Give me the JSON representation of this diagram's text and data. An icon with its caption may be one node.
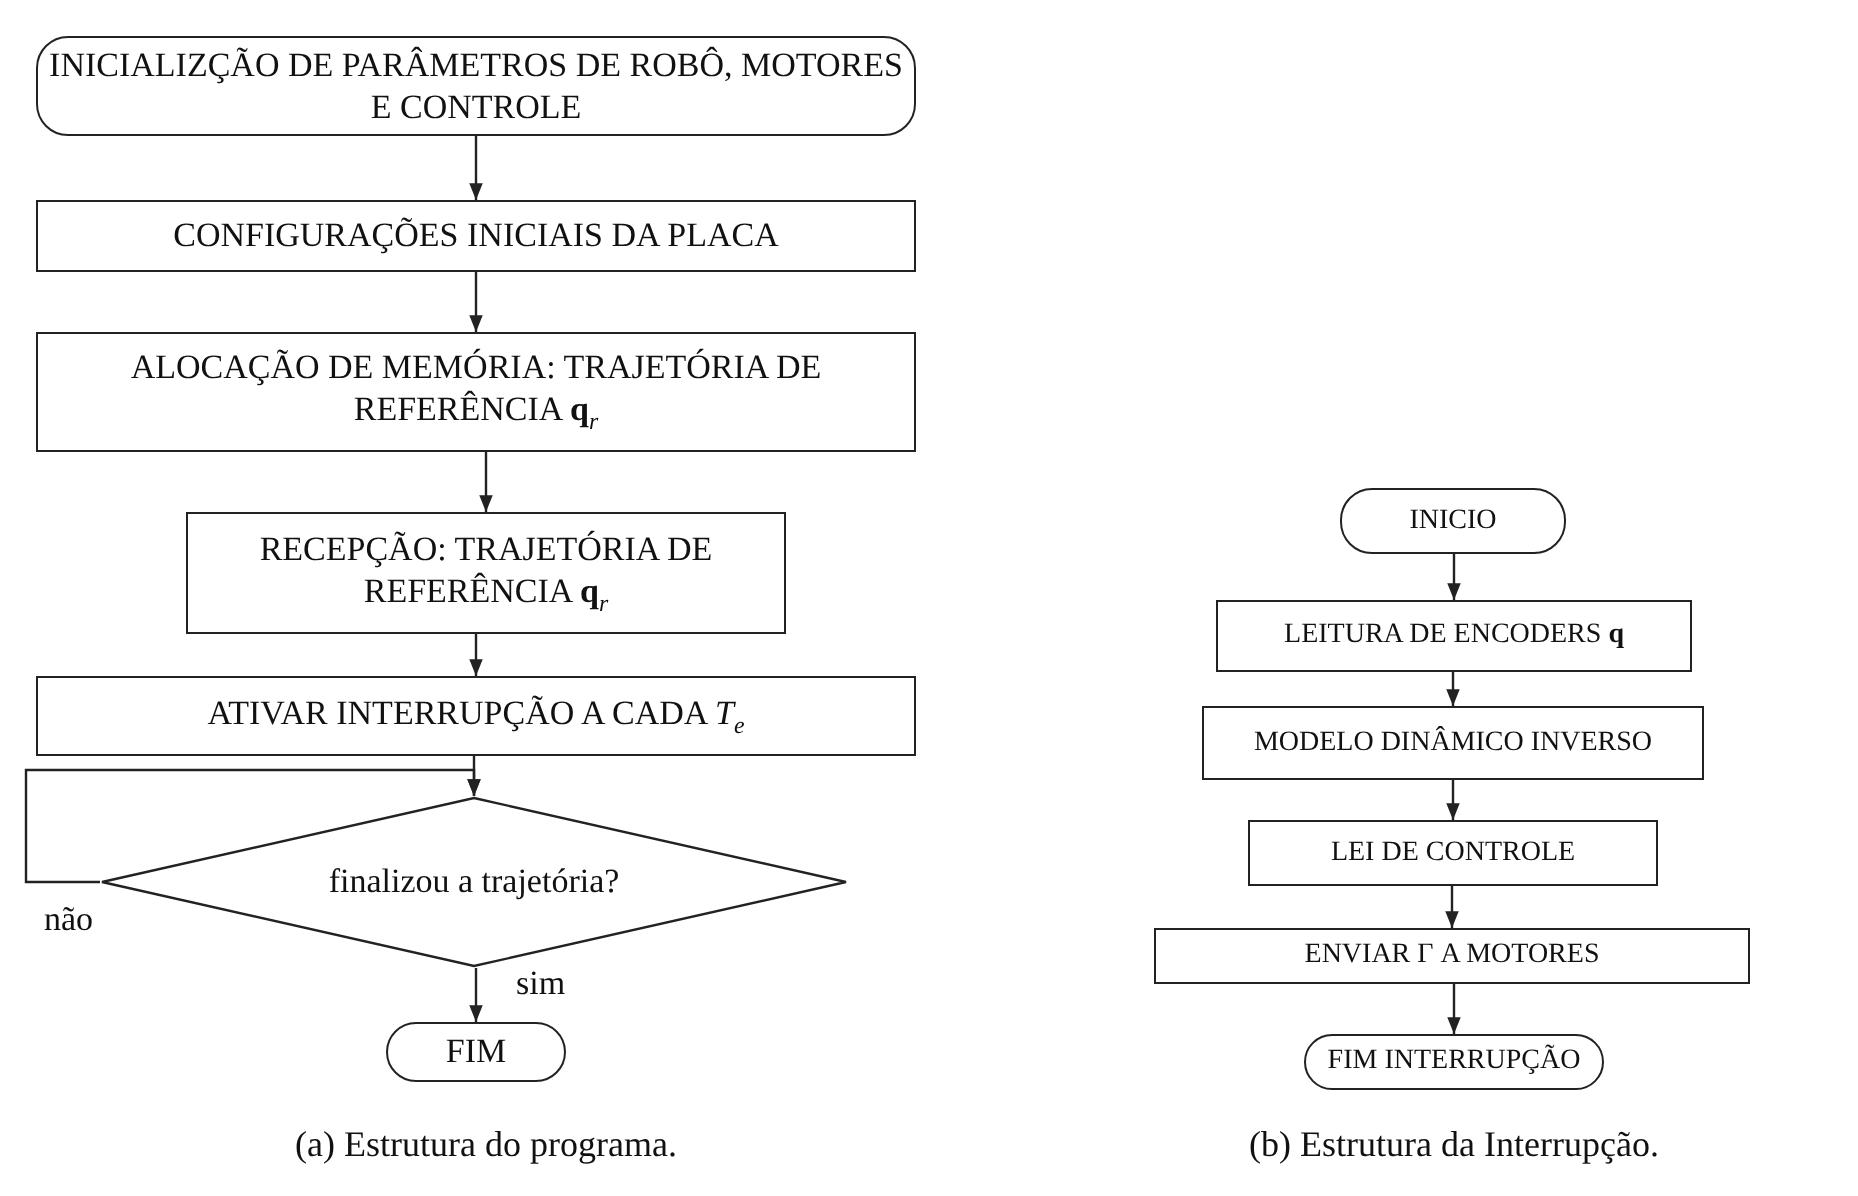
{
  "diagram": {
    "nodes": [
      {
        "text": [
          "INICIALIZÇÃO DE PARÂMETROS DE ROBÔ, MOTORES E CONTROLE"
        ]
      },
      {
        "text": [
          "CONFIGURAÇÕES INICIAIS DA PLACA"
        ]
      },
      {
        "text": [
          "ALOCAÇÃO DE MEMÓRIA: TRAJETÓRIA DE REFERÊNCIA **q**$_{r}$"
        ]
      },
      {
        "text": [
          "RECEPÇÃO: TRAJETÓRIA DE REFERÊNCIA **q**$_{r}$"
        ]
      },
      {
        "text": [
          "ATIVAR INTERRUPÇÃO A CADA *T*$_{e}$"
        ]
      },
      {
        "text": [
          "finalizou a trajetória?"
        ]
      },
      {
        "text": [
          "FIM"
        ]
      },
      {
        "text": [
          "INICIO"
        ]
      },
      {
        "text": [
          "LEITURA DE ENCODERS **q**"
        ]
      },
      {
        "text": [
          "MODELO DINÂMICO INVERSO"
        ]
      },
      {
        "text": [
          "LEI DE CONTROLE"
        ]
      },
      {
        "text": [
          "ENVIAR Γ A MOTORES"
        ]
      },
      {
        "text": [
          "FIM INTERRUPÇÃO"
        ]
      }
    ],
    "edges": [
      {
        "from": 0,
        "to": 1,
        "arrow": "to"
      },
      {
        "from": 1,
        "to": 2,
        "arrow": "to"
      },
      {
        "from": 2,
        "to": 3,
        "arrow": "to"
      },
      {
        "from": 3,
        "to": 4,
        "arrow": "to"
      },
      {
        "from": 4,
        "to": 5,
        "arrow": "to"
      },
      {
        "from": 5,
        "to": 6,
        "arrow": "to",
        "label": "sim"
      },
      {
        "from": 5,
        "to": 5,
        "arrow": "to",
        "label": "não"
      },
      {
        "from": 7,
        "to": 8,
        "arrow": "to"
      },
      {
        "from": 8,
        "to": 9,
        "arrow": "to"
      },
      {
        "from": 9,
        "to": 10,
        "arrow": "to"
      },
      {
        "from": 10,
        "to": 11,
        "arrow": "to"
      },
      {
        "from": 11,
        "to": 12,
        "arrow": "to"
      }
    ],
    "labels": [
      "(a) Estrutura do programa.",
      "(b) Estrutura da Interrupção."
    ]
  }
}
